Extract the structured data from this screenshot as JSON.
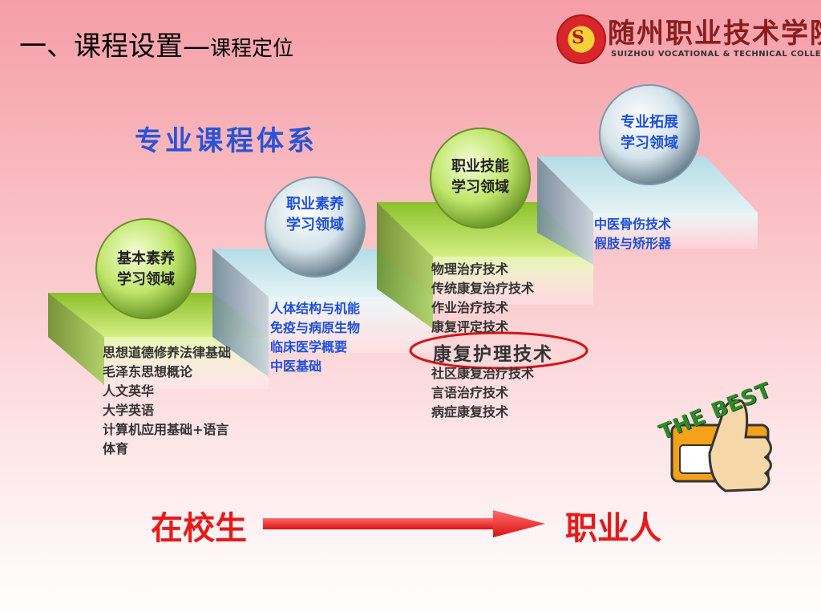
{
  "header": {
    "title": "一、课程设置—",
    "subtitle": "课程定位"
  },
  "logo": {
    "cn": "随州职业技术学院",
    "en": "SUIZHOU VOCATIONAL & TECHNICAL COLLEGE"
  },
  "diagram_title": "专业课程体系",
  "steps": [
    {
      "line1": "基本素养",
      "line2": "学习领域",
      "courses": [
        "思想道德修养法律基础",
        "毛泽东思想概论",
        "人文英华",
        "大学英语",
        "计算机应用基础+语言",
        "体育"
      ]
    },
    {
      "line1": "职业素养",
      "line2": "学习领域",
      "courses": [
        "人体结构与机能",
        "免疫与病原生物",
        "临床医学概要",
        "中医基础"
      ]
    },
    {
      "line1": "职业技能",
      "line2": "学习领域",
      "courses": [
        "物理治疗技术",
        "传统康复治疗技术",
        "作业治疗技术",
        "康复评定技术"
      ],
      "highlight": "康复护理技术",
      "courses_after": [
        "社区康复治疗技术",
        "言语治疗技术",
        "病症康复技术"
      ]
    },
    {
      "line1": "专业拓展",
      "line2": "学习领域",
      "courses": [
        "中医骨伤技术",
        "假肢与矫形器"
      ]
    }
  ],
  "badge": "THE BEST",
  "bottom": {
    "from": "在校生",
    "to": "职业人"
  },
  "colors": {
    "green": "#a8d62f",
    "lightblue": "#c9e6ee",
    "red": "#e51b1b",
    "blue": "#1f4fd8"
  }
}
